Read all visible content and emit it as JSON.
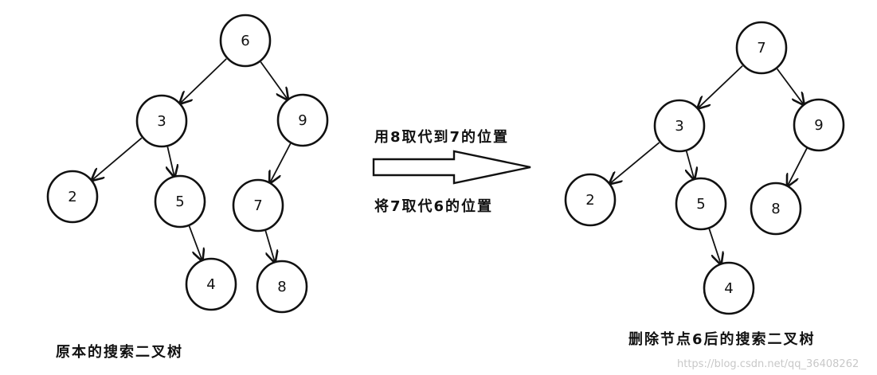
{
  "left_tree": {
    "caption": "原本的搜索二叉树",
    "nodes": [
      {
        "id": "6",
        "label": "6"
      },
      {
        "id": "3",
        "label": "3"
      },
      {
        "id": "9",
        "label": "9"
      },
      {
        "id": "2",
        "label": "2"
      },
      {
        "id": "5",
        "label": "5"
      },
      {
        "id": "7",
        "label": "7"
      },
      {
        "id": "4",
        "label": "4"
      },
      {
        "id": "8",
        "label": "8"
      }
    ],
    "edges": [
      [
        "6",
        "3"
      ],
      [
        "6",
        "9"
      ],
      [
        "3",
        "2"
      ],
      [
        "3",
        "5"
      ],
      [
        "9",
        "7"
      ],
      [
        "5",
        "4"
      ],
      [
        "7",
        "8"
      ]
    ]
  },
  "right_tree": {
    "caption": "删除节点6后的搜索二叉树",
    "nodes": [
      {
        "id": "7",
        "label": "7"
      },
      {
        "id": "3",
        "label": "3"
      },
      {
        "id": "9",
        "label": "9"
      },
      {
        "id": "2",
        "label": "2"
      },
      {
        "id": "5",
        "label": "5"
      },
      {
        "id": "8",
        "label": "8"
      },
      {
        "id": "4",
        "label": "4"
      }
    ],
    "edges": [
      [
        "7",
        "3"
      ],
      [
        "7",
        "9"
      ],
      [
        "3",
        "2"
      ],
      [
        "3",
        "5"
      ],
      [
        "9",
        "8"
      ],
      [
        "5",
        "4"
      ]
    ]
  },
  "transition": {
    "step1": "用8取代到7的位置",
    "step2": "将7取代6的位置"
  },
  "watermark": "https://blog.csdn.net/qq_36408262"
}
